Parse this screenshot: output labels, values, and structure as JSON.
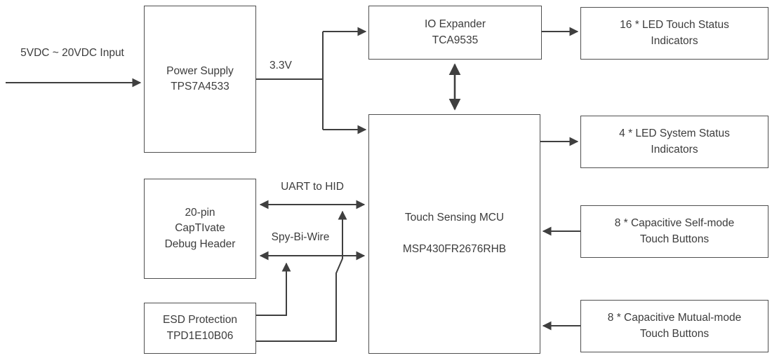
{
  "diagram": {
    "blocks": {
      "power_supply": "Power Supply\nTPS7A4533",
      "io_expander": "IO Expander\nTCA9535",
      "led_touch": "16 * LED Touch Status\nIndicators",
      "mcu": "Touch Sensing MCU\n\nMSP430FR2676RHB",
      "led_system": "4 * LED System Status\nIndicators",
      "self_mode": "8 * Capacitive Self-mode\nTouch Buttons",
      "mutual_mode": "8 * Capacitive Mutual-mode\nTouch Buttons",
      "debug_header": "20-pin\nCapTIvate\nDebug Header",
      "esd": "ESD Protection\nTPD1E10B06"
    },
    "labels": {
      "input": "5VDC ~ 20VDC Input",
      "rail_3v3": "3.3V",
      "uart": "UART to HID",
      "spy_bi_wire": "Spy-Bi-Wire"
    },
    "colors": {
      "line": "#3f3f3f",
      "block_border": "#4f4f4f",
      "text": "#3c3c3c",
      "background": "#ffffff"
    }
  }
}
